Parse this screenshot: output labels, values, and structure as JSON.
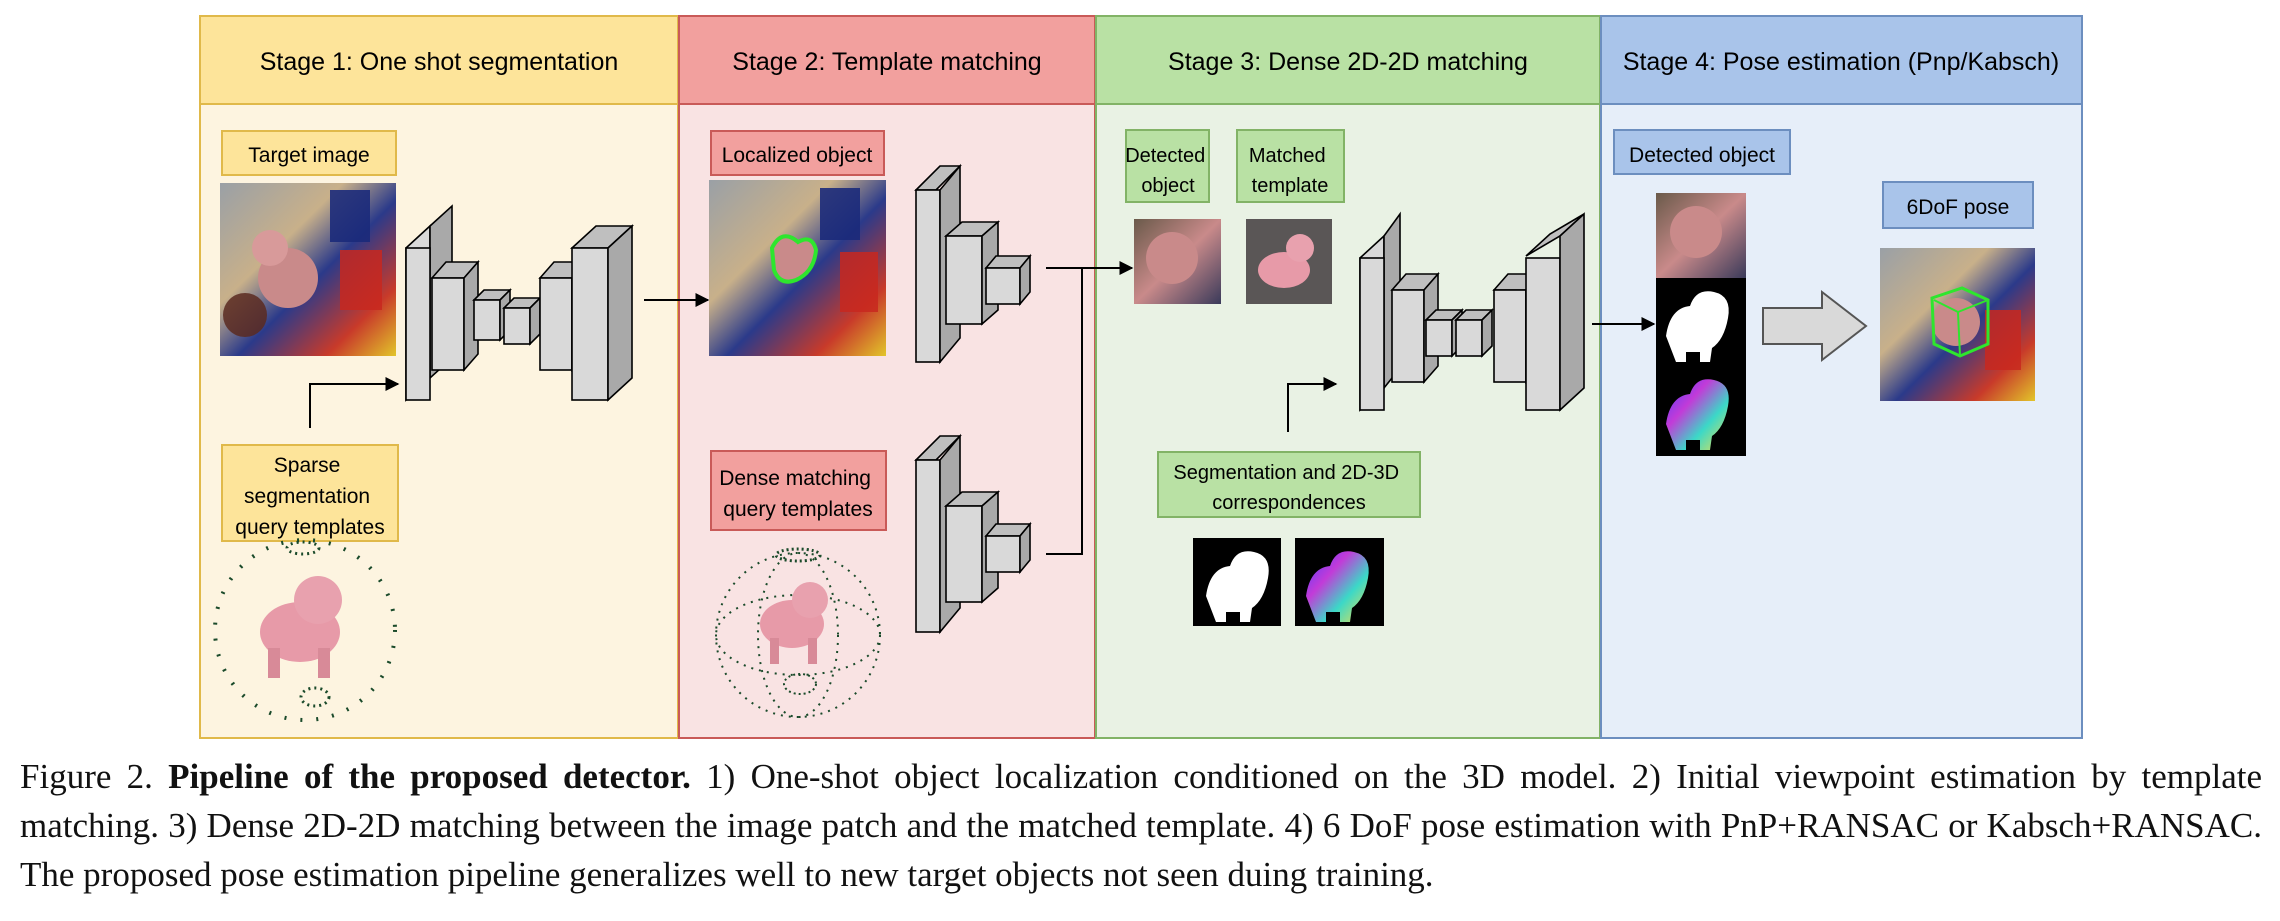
{
  "colors": {
    "stage1_header": "#fde49a",
    "stage1_body": "#fdf4e0",
    "stage1_border": "#e0b94a",
    "stage2_header": "#f2a09e",
    "stage2_body": "#f9e3e3",
    "stage2_border": "#c95a58",
    "stage3_header": "#b9e1a4",
    "stage3_body": "#e9f2e4",
    "stage3_border": "#82b366",
    "stage4_header": "#a9c4ea",
    "stage4_body": "#e6eef9",
    "stage4_border": "#6c8ebf",
    "pose_box_green": "#2ee62e"
  },
  "stages": [
    {
      "title": "Stage 1: One shot segmentation"
    },
    {
      "title": "Stage 2: Template matching"
    },
    {
      "title": "Stage 3: Dense 2D-2D matching"
    },
    {
      "title": "Stage 4: Pose estimation (Pnp/Kabsch)"
    }
  ],
  "labels": {
    "target_image": "Target image",
    "sparse_templates": [
      "Sparse",
      "segmentation",
      "query templates"
    ],
    "localized_object": "Localized object",
    "dense_templates": [
      "Dense matching",
      "query templates"
    ],
    "detected_object_s3": [
      "Detected",
      "object"
    ],
    "matched_template": [
      "Matched",
      "template"
    ],
    "seg_correspondences": [
      "Segmentation and 2D-3D",
      "correspondences"
    ],
    "detected_object_s4": "Detected object",
    "pose_6dof": "6DoF pose"
  },
  "icons": {
    "encoder_decoder": "encoder-decoder-network-icon",
    "encoder": "encoder-network-icon",
    "arrow": "arrow-icon",
    "big_arrow": "block-arrow-icon",
    "sphere": "viewpoint-sphere-icon"
  },
  "caption": {
    "prefix": "Figure 2. ",
    "bold": "Pipeline of the proposed detector.",
    "text": " 1) One-shot object localization conditioned on the 3D model. 2) Initial viewpoint estimation by template matching. 3) Dense 2D-2D matching between the image patch and the matched template. 4) 6 DoF pose estimation with PnP+RANSAC or Kabsch+RANSAC. The proposed pose estimation pipeline generalizes well to new target objects not seen duing training."
  }
}
